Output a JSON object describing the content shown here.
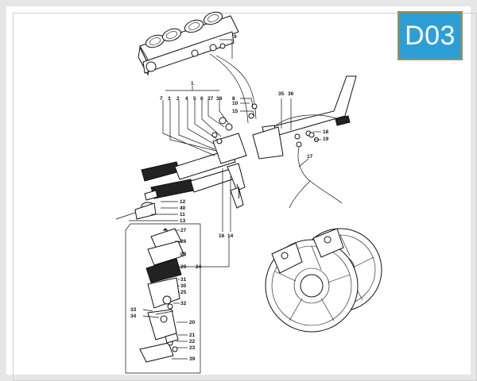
{
  "badge": {
    "text": "D03",
    "bg": "#2e9fd6",
    "border": "#b08b3f"
  },
  "labels": {
    "l9": "9",
    "l1": "1",
    "l7": "7",
    "l3": "3",
    "l2": "2",
    "l4": "4",
    "l5": "5",
    "l6": "6",
    "l37": "37",
    "l38": "38",
    "l8": "8",
    "l10": "10",
    "l15": "15",
    "l35": "35",
    "l36": "36",
    "l18": "18",
    "l19": "19",
    "l17": "17",
    "l12": "12",
    "l40": "40",
    "l11": "11",
    "l13": "13",
    "l16": "16",
    "l14": "14",
    "l27": "27",
    "l26": "26",
    "l28": "28",
    "l29": "29",
    "l24": "24",
    "l31": "31",
    "l30": "30",
    "l25": "25",
    "l32": "32",
    "l33": "33",
    "l34": "34",
    "l20": "20",
    "l21": "21",
    "l22": "22",
    "l23": "23",
    "l39": "39"
  }
}
